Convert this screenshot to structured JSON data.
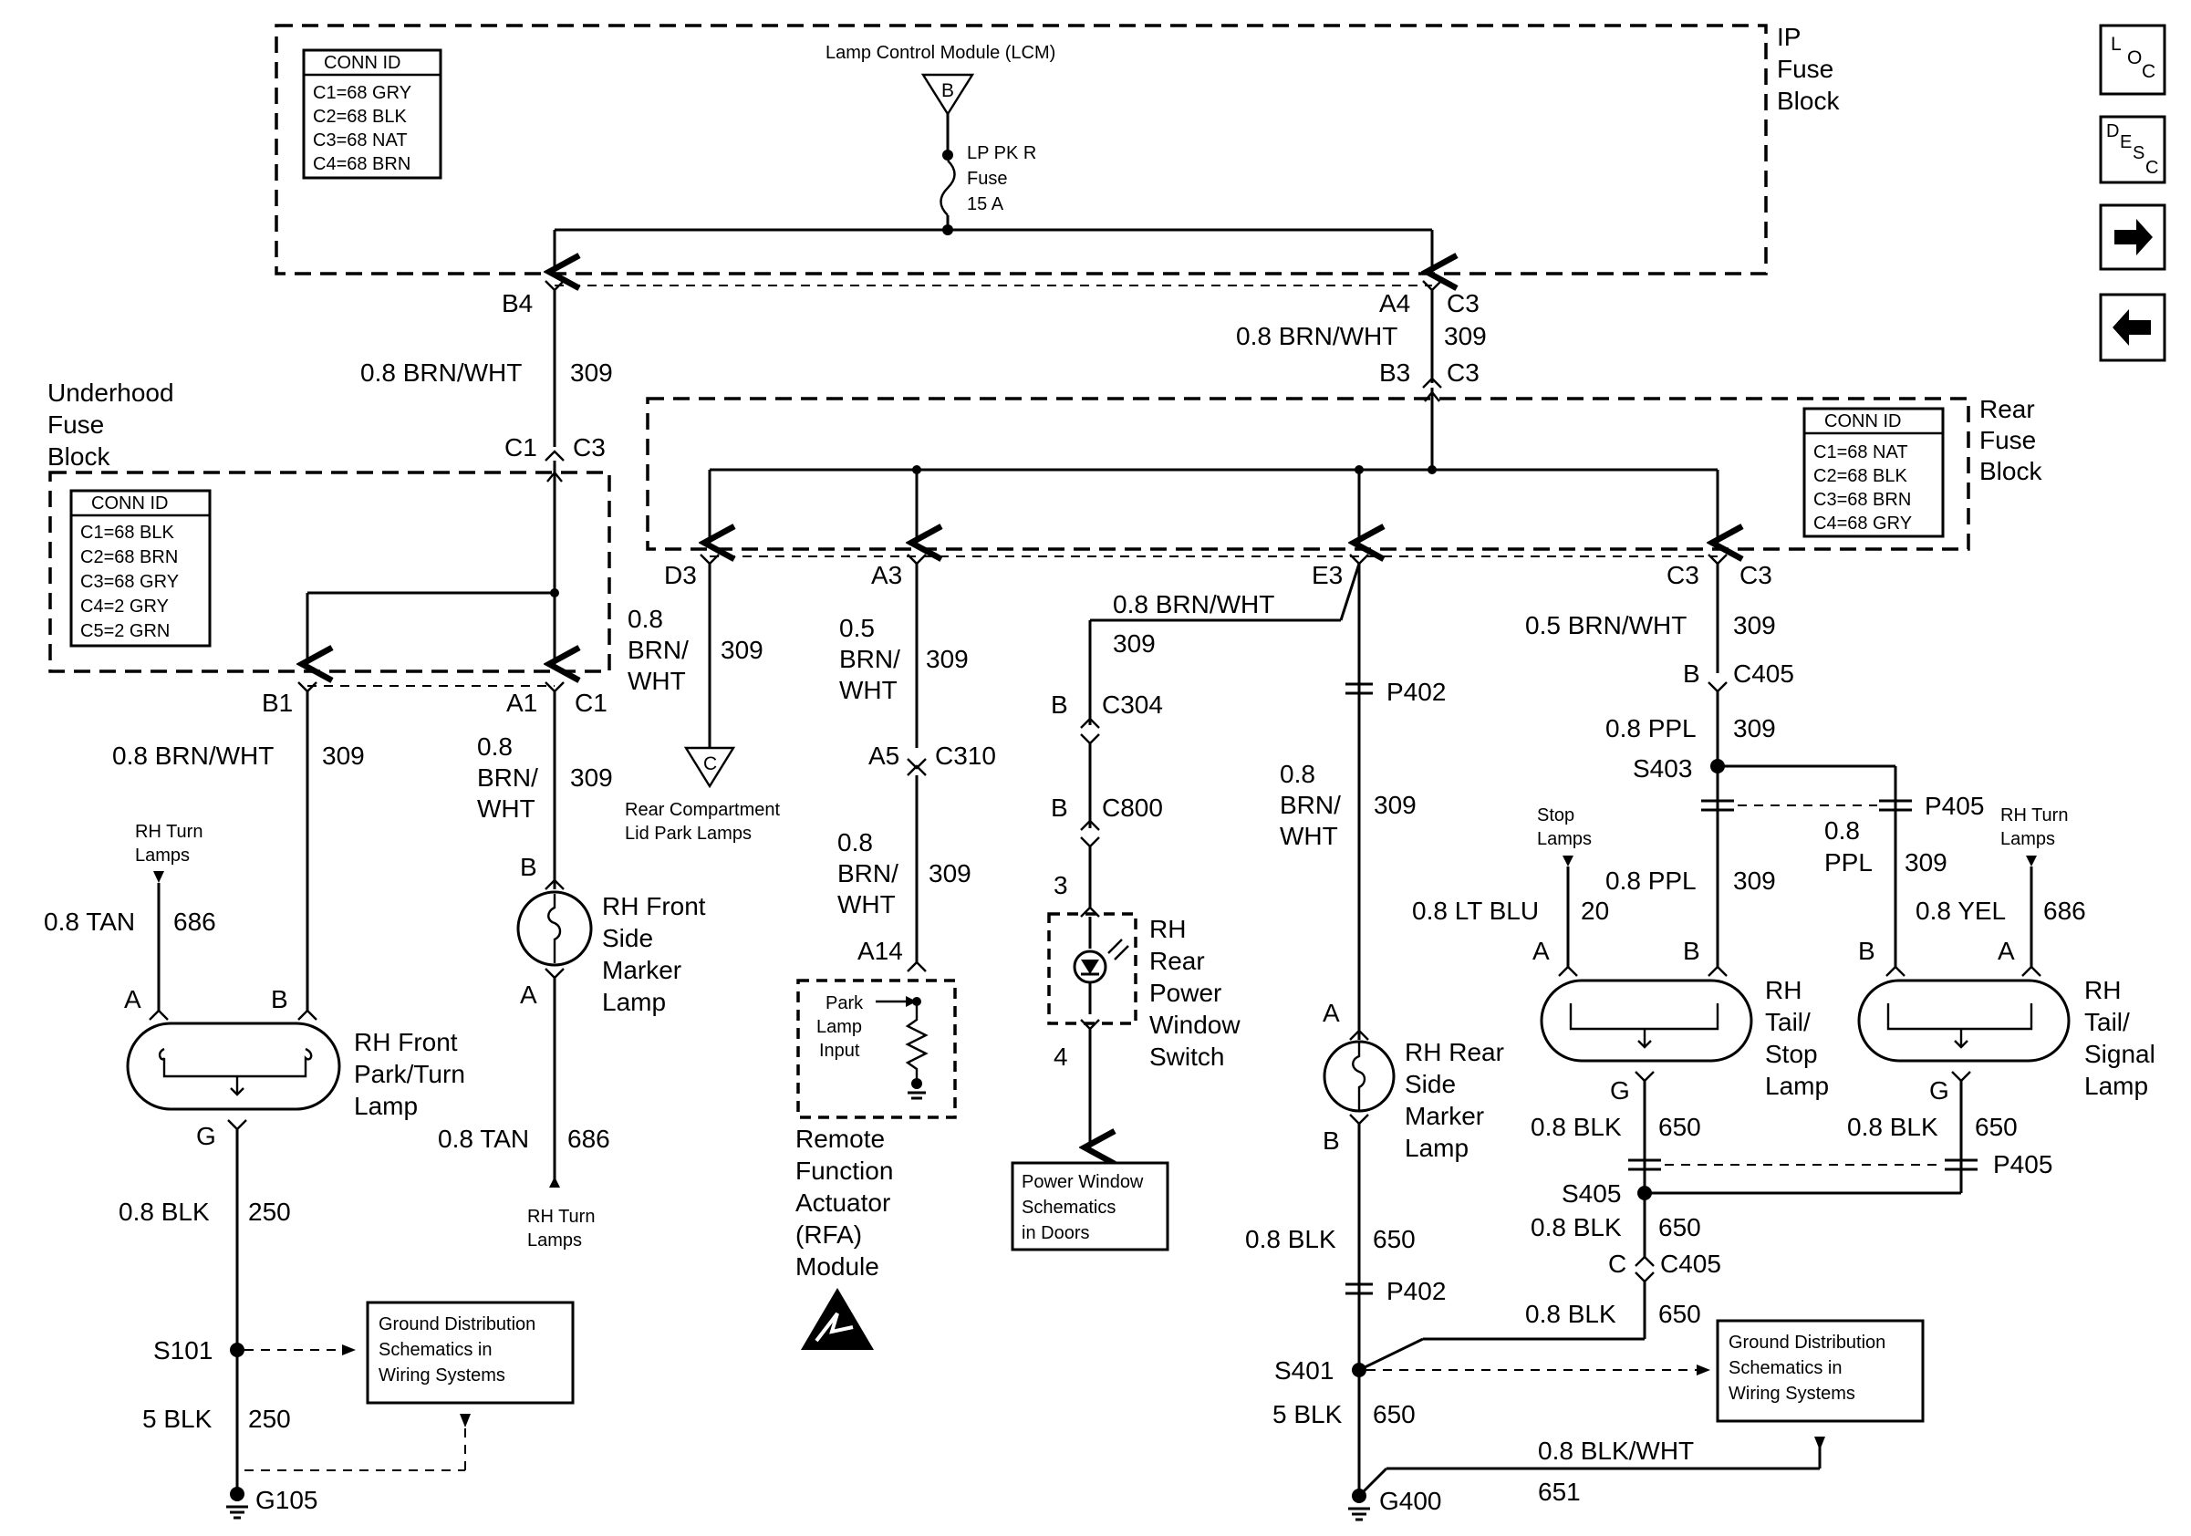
{
  "ip_block": {
    "title": [
      "IP",
      "Fuse",
      "Block"
    ],
    "conn_header": "CONN ID",
    "conn": [
      "C1=68 GRY",
      "C2=68 BLK",
      "C3=68 NAT",
      "C4=68 BRN"
    ],
    "module": "Lamp Control Module (LCM)",
    "module_ref": "B",
    "fuse": [
      "LP PK R",
      "Fuse",
      "15 A"
    ]
  },
  "underhood_block": {
    "title": [
      "Underhood",
      "Fuse",
      "Block"
    ],
    "conn_header": "CONN ID",
    "conn": [
      "C1=68 BLK",
      "C2=68 BRN",
      "C3=68 GRY",
      "C4=2 GRY",
      "C5=2 GRN"
    ]
  },
  "rear_block": {
    "title": [
      "Rear",
      "Fuse",
      "Block"
    ],
    "conn_header": "CONN ID",
    "conn": [
      "C1=68 NAT",
      "C2=68 BLK",
      "C3=68 BRN",
      "C4=68 GRY"
    ]
  },
  "labels": {
    "b4": "B4",
    "a4": "A4",
    "c3": "C3",
    "b3": "B3",
    "c1": "C1",
    "wire_brnwht": "0.8 BRN/WHT",
    "circ_309": "309",
    "b1": "B1",
    "a1": "A1",
    "w08": "0.8",
    "brn": "BRN/",
    "wht": "WHT",
    "rh_turn": [
      "RH Turn",
      "Lamps"
    ],
    "tan": "0.8 TAN",
    "circ_686": "686",
    "pin_a": "A",
    "pin_b": "B",
    "pin_g": "G",
    "pin_c": "C",
    "front_park": [
      "RH Front",
      "Park/Turn",
      "Lamp"
    ],
    "front_side": [
      "RH Front",
      "Side",
      "Marker",
      "Lamp"
    ],
    "blk": "0.8 BLK",
    "circ_250": "250",
    "s101": "S101",
    "blk5": "5 BLK",
    "g105": "G105",
    "ground_dist": [
      "Ground Distribution",
      "Schematics in",
      "Wiring Systems"
    ],
    "d3": "D3",
    "a3": "A3",
    "e3": "E3",
    "rear_comp": [
      "Rear Compartment",
      "Lid Park Lamps"
    ],
    "rear_comp_ref": "C",
    "w05": "0.5",
    "a5": "A5",
    "c310": "C310",
    "a14": "A14",
    "park_input": [
      "Park",
      "Lamp",
      "Input"
    ],
    "rfa": [
      "Remote",
      "Function",
      "Actuator",
      "(RFA)",
      "Module"
    ],
    "c304": "C304",
    "c800": "C800",
    "pin_3": "3",
    "pin_4": "4",
    "rear_window": [
      "RH",
      "Rear",
      "Power",
      "Window",
      "Switch"
    ],
    "power_window": [
      "Power Window",
      "Schematics",
      "in Doors"
    ],
    "p402": "P402",
    "rear_side": [
      "RH Rear",
      "Side",
      "Marker",
      "Lamp"
    ],
    "circ_650": "650",
    "s401": "S401",
    "blkwht": "0.8 BLK/WHT",
    "circ_651": "651",
    "g400": "G400",
    "brnwht05": "0.5 BRN/WHT",
    "c405": "C405",
    "ppl": "0.8 PPL",
    "ppl_a": "0.8",
    "ppl_b": "PPL",
    "s403": "S403",
    "p405": "P405",
    "stop_lamps": [
      "Stop",
      "Lamps"
    ],
    "ltblu": "0.8 LT BLU",
    "circ_20": "20",
    "yel": "0.8 YEL",
    "tail_stop": [
      "RH",
      "Tail/",
      "Stop",
      "Lamp"
    ],
    "tail_signal": [
      "RH",
      "Tail/",
      "Signal",
      "Lamp"
    ],
    "s405": "S405"
  },
  "nav": {
    "loc": [
      "L",
      "O",
      "C"
    ],
    "desc": [
      "D",
      "E",
      "S",
      "C"
    ],
    "forward_icon": "arrow-right-icon",
    "back_icon": "arrow-left-icon"
  }
}
